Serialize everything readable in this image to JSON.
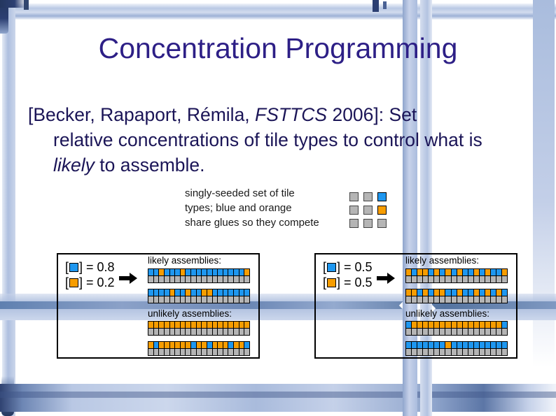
{
  "colors": {
    "blue": "#1e97f0",
    "orange": "#f79d00",
    "gray": "#b5b5b5",
    "title_text": "#2d1f86",
    "body_text": "#1b1557"
  },
  "title": "Concentration Programming",
  "body": {
    "line1_pre": "[Becker, Rapaport, Rémila, ",
    "line1_italic": "FSTTCS",
    "line1_post": " 2006]: Set",
    "line2": "relative concentrations of tile types to control what is",
    "line3_italic": "likely",
    "line3_post": " to assemble."
  },
  "note": {
    "line1": "singly-seeded set of tile",
    "line2": "types; blue and orange",
    "line3": "share glues so they compete"
  },
  "tile_legend": {
    "grid": [
      [
        "G",
        "G",
        "B"
      ],
      [
        "G",
        "G",
        "O"
      ],
      [
        "G",
        "G",
        "G"
      ]
    ]
  },
  "boxes": [
    {
      "conc": [
        {
          "open": "[",
          "close": "] = 0.8",
          "color": "blue"
        },
        {
          "open": "[",
          "close": "] = 0.2",
          "color": "orange"
        }
      ],
      "likely_label": "likely assemblies:",
      "unlikely_label": "unlikely assemblies:",
      "strips": {
        "likely1": "BBOBBBOBBBBBBBBBBBO",
        "likely2": "BBBBOBBOBBOOBBBBBBB",
        "unlikely1": "OOOOOOOOOOOOOOOOOOO",
        "unlikely2": "OBOOOOOOBOOBOOOBOOB"
      }
    },
    {
      "conc": [
        {
          "open": "[",
          "close": "] = 0.5",
          "color": "blue"
        },
        {
          "open": "[",
          "close": "] = 0.5",
          "color": "orange"
        }
      ],
      "likely_label": "likely assemblies:",
      "unlikely_label": "unlikely assemblies:",
      "strips": {
        "likely1": "OBOOBOBOBOBBOBOBBO",
        "likely2": "OOBOBOOBBOBBOBOBOB",
        "unlikely1": "BOOOOOOOOOOOOOOOOB",
        "unlikely2": "BBBBBBBOBBBBBBBBBB"
      }
    }
  ]
}
